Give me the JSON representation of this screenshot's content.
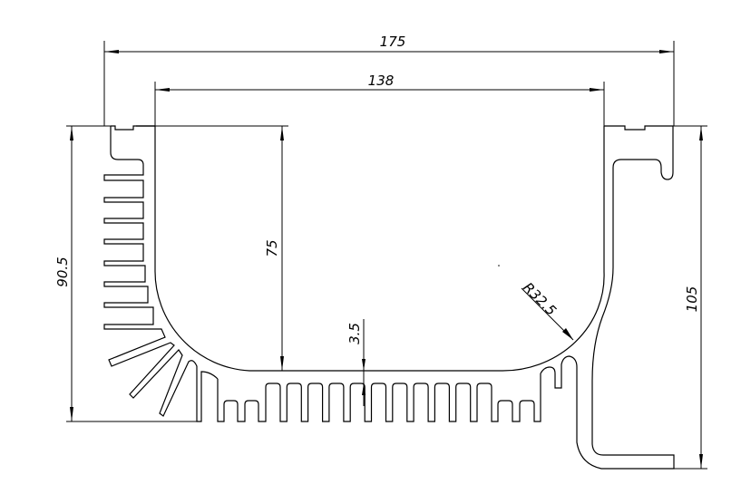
{
  "drawing": {
    "title": "Heat sink extrusion profile",
    "dimensions": {
      "overall_width": "175",
      "inner_width": "138",
      "cavity_depth": "75",
      "left_height": "90.5",
      "right_height": "105",
      "base_thickness": "3.5",
      "corner_radius": "R32.5"
    }
  }
}
